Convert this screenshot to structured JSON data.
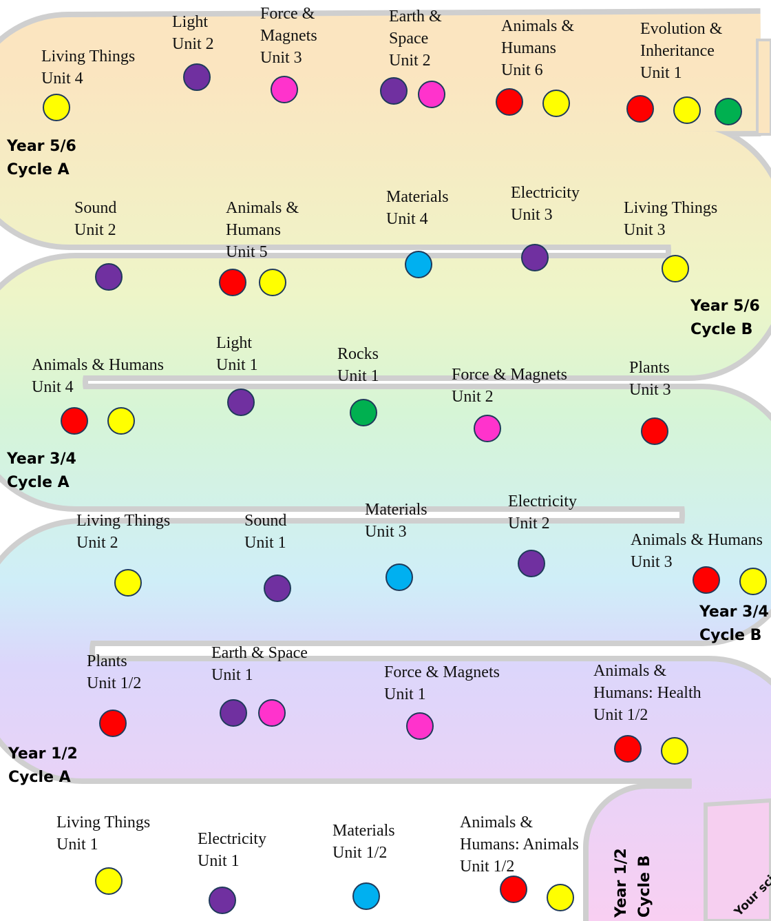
{
  "colors": {
    "red": "#ff0000",
    "yellow": "#ffff00",
    "purple": "#7030a0",
    "pink": "#ff33cc",
    "blue": "#00b0f0",
    "green": "#00b050",
    "road_outline": "#cfcfcf"
  },
  "cycles": [
    {
      "id": "y56a",
      "text": "Year 5/6\nCycle A"
    },
    {
      "id": "y56b",
      "text": "Year 5/6\nCycle B"
    },
    {
      "id": "y34a",
      "text": "Year 3/4\nCycle A"
    },
    {
      "id": "y34b",
      "text": "Year 3/4\nCycle B"
    },
    {
      "id": "y12a",
      "text": "Year 1/2\nCycle A"
    },
    {
      "id": "y12b",
      "text": "Year 1/2\nCycle B"
    }
  ],
  "topics": [
    {
      "id": "lt4",
      "text": "Living Things\nUnit 4",
      "dots": [
        "yellow"
      ]
    },
    {
      "id": "li2",
      "text": "Light\nUnit 2",
      "dots": [
        "purple"
      ]
    },
    {
      "id": "fm3",
      "text": "Force &\nMagnets\nUnit 3",
      "dots": [
        "pink"
      ]
    },
    {
      "id": "es2",
      "text": "Earth &\nSpace\nUnit 2",
      "dots": [
        "purple",
        "pink"
      ]
    },
    {
      "id": "ah6",
      "text": "Animals &\nHumans\nUnit 6",
      "dots": [
        "red",
        "yellow"
      ]
    },
    {
      "id": "ev1",
      "text": "Evolution &\nInheritance\nUnit 1",
      "dots": [
        "red",
        "yellow",
        "green"
      ]
    },
    {
      "id": "so2",
      "text": "Sound\nUnit 2",
      "dots": [
        "purple"
      ]
    },
    {
      "id": "ah5",
      "text": "Animals &\nHumans\nUnit 5",
      "dots": [
        "red",
        "yellow"
      ]
    },
    {
      "id": "ma4",
      "text": "Materials\nUnit 4",
      "dots": [
        "blue"
      ]
    },
    {
      "id": "el3",
      "text": "Electricity\nUnit 3",
      "dots": [
        "purple"
      ]
    },
    {
      "id": "lt3",
      "text": "Living Things\nUnit 3",
      "dots": [
        "yellow"
      ]
    },
    {
      "id": "ah4",
      "text": "Animals & Humans\nUnit 4",
      "dots": [
        "red",
        "yellow"
      ]
    },
    {
      "id": "li1",
      "text": "Light\nUnit 1",
      "dots": [
        "purple"
      ]
    },
    {
      "id": "ro1",
      "text": "Rocks\nUnit 1",
      "dots": [
        "green"
      ]
    },
    {
      "id": "fm2",
      "text": "Force & Magnets\nUnit 2",
      "dots": [
        "pink"
      ]
    },
    {
      "id": "pl3",
      "text": "Plants\nUnit 3",
      "dots": [
        "red"
      ]
    },
    {
      "id": "lt2",
      "text": "Living Things\nUnit 2",
      "dots": [
        "yellow"
      ]
    },
    {
      "id": "so1",
      "text": "Sound\nUnit 1",
      "dots": [
        "purple"
      ]
    },
    {
      "id": "ma3",
      "text": "Materials\nUnit 3",
      "dots": [
        "blue"
      ]
    },
    {
      "id": "el2",
      "text": "Electricity\nUnit 2",
      "dots": [
        "purple"
      ]
    },
    {
      "id": "ah3",
      "text": "Animals & Humans\nUnit 3",
      "dots": [
        "red",
        "yellow"
      ]
    },
    {
      "id": "pl12",
      "text": "Plants\nUnit 1/2",
      "dots": [
        "red"
      ]
    },
    {
      "id": "es1",
      "text": "Earth & Space\nUnit 1",
      "dots": [
        "purple",
        "pink"
      ]
    },
    {
      "id": "fm1",
      "text": "Force & Magnets\nUnit 1",
      "dots": [
        "pink"
      ]
    },
    {
      "id": "ahh",
      "text": "Animals &\nHumans: Health\nUnit 1/2",
      "dots": [
        "red",
        "yellow"
      ]
    },
    {
      "id": "lt1",
      "text": "Living Things\nUnit 1",
      "dots": [
        "yellow"
      ]
    },
    {
      "id": "el1",
      "text": "Electricity\nUnit 1",
      "dots": [
        "purple"
      ]
    },
    {
      "id": "ma12",
      "text": "Materials\nUnit 1/2",
      "dots": [
        "blue"
      ]
    },
    {
      "id": "aha",
      "text": "Animals &\nHumans: Animals\nUnit 1/2",
      "dots": [
        "red",
        "yellow"
      ]
    }
  ],
  "journey_text": "Your science journey"
}
